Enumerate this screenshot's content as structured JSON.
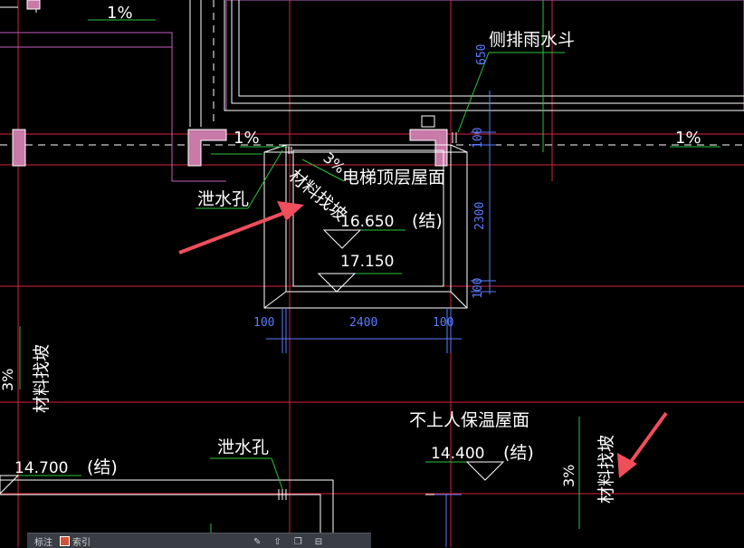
{
  "labels": {
    "slope_top": "1%",
    "slope_left": "1%",
    "slope_right": "1%",
    "slope_3_room": "3%",
    "slope_3_left": "3%",
    "slope_3_right": "3%",
    "side_rain_hopper": "侧排雨水斗",
    "elevator_roof": "电梯顶层屋面",
    "drain_hole_1": "泄水孔",
    "drain_hole_2": "泄水孔",
    "material_slope_room": "材料找坡",
    "material_slope_left": "材料找坡",
    "material_slope_right": "材料找坡",
    "elev_16650": "16.650",
    "elev_16650_note": "(结)",
    "elev_17150": "17.150",
    "elev_14700": "14.700",
    "elev_14700_note": "(结)",
    "elev_14400": "14.400",
    "elev_14400_note": "(结)",
    "non_access_roof": "不上人保温屋面"
  },
  "dimensions": {
    "d650": "650",
    "d100_top": "100",
    "d2300": "2300",
    "d100_bottom": "100",
    "d100_left": "100",
    "d2400": "2400",
    "d100_right": "100"
  },
  "toolbar": {
    "item1": "标注",
    "item2": "索引"
  },
  "colors": {
    "background": "#000000",
    "grid_red": "#d9243a",
    "wall_white": "#ffffff",
    "slab_purple": "#c060c0",
    "dim_blue": "#5b7cff",
    "leader_green": "#2cc43a",
    "annotation_arrow": "#ef4e5c"
  }
}
